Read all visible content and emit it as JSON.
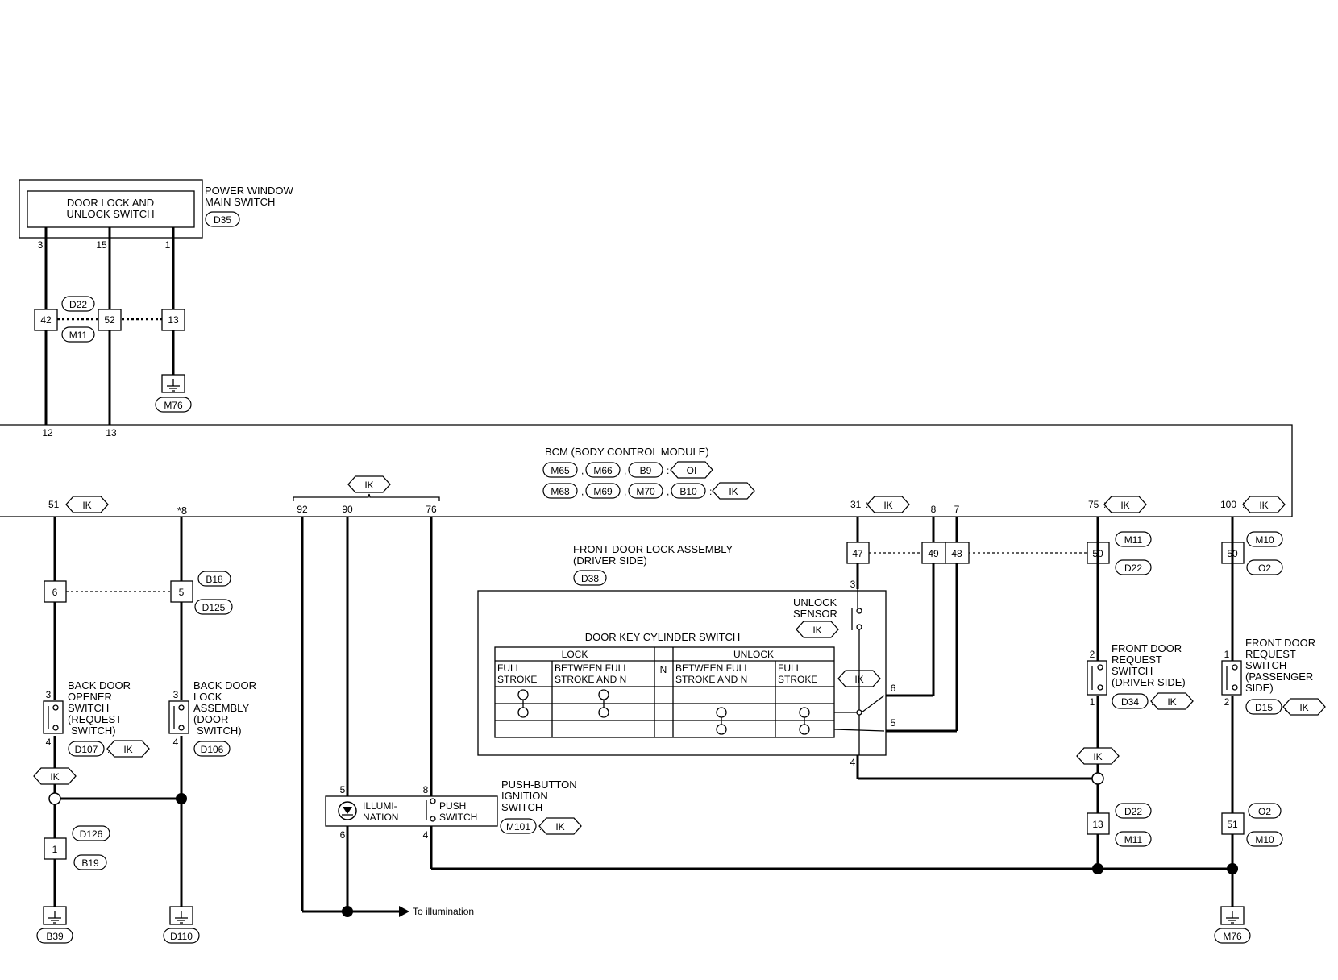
{
  "power_window": {
    "title_line1": "POWER WINDOW",
    "title_line2": "MAIN SWITCH",
    "inner_line1": "DOOR LOCK AND",
    "inner_line2": "UNLOCK SWITCH",
    "connector": "D35",
    "pins": [
      "3",
      "15",
      "1"
    ]
  },
  "top_junction": {
    "pins": [
      "42",
      "52",
      "13"
    ],
    "conn_a": "D22",
    "conn_b": "M11",
    "ground": "M76"
  },
  "bcm": {
    "title": "BCM (BODY CONTROL MODULE)",
    "conn_row1": [
      "M65",
      "M66",
      "B9"
    ],
    "conn_row1_tag": "OI",
    "conn_row2": [
      "M68",
      "M69",
      "M70",
      "B10"
    ],
    "conn_row2_tag": "IK",
    "top_pins": [
      "12",
      "13"
    ],
    "pin_51": "51",
    "pin_star8": "*8",
    "pins_group": [
      "92",
      "90",
      "76"
    ],
    "group_tag": "IK",
    "pin_31": "31",
    "pin_8": "8",
    "pin_7": "7",
    "pin_75": "75",
    "pin_100": "100",
    "tag": "IK"
  },
  "left_junction": {
    "pins": [
      "6",
      "5"
    ],
    "conn_a": "B18",
    "conn_b": "D125"
  },
  "back_door_opener": {
    "line1": "BACK DOOR",
    "line2": "OPENER",
    "line3": "SWITCH",
    "line4": "(REQUEST",
    "line5": "SWITCH)",
    "pin_top": "3",
    "pin_bottom": "4",
    "connector": "D107",
    "tag": "IK"
  },
  "back_door_lock": {
    "line1": "BACK DOOR",
    "line2": "LOCK",
    "line3": "ASSEMBLY",
    "line4": "(DOOR",
    "line5": "SWITCH)",
    "pin_top": "3",
    "pin_bottom": "4",
    "connector": "D106"
  },
  "left_bottom": {
    "tag": "IK",
    "pin": "1",
    "conn_a": "D126",
    "conn_b": "B19",
    "ground_a": "B39",
    "ground_b": "D110"
  },
  "ignition": {
    "label_line1": "PUSH-BUTTON",
    "label_line2": "IGNITION",
    "label_line3": "SWITCH",
    "illum_line1": "ILLUMI-",
    "illum_line2": "NATION",
    "push_line1": "PUSH",
    "push_line2": "SWITCH",
    "pin_5": "5",
    "pin_6": "6",
    "pin_8": "8",
    "pin_4": "4",
    "connector": "M101",
    "tag": "IK",
    "to_illumination": "To illumination"
  },
  "front_door_lock": {
    "title_line1": "FRONT DOOR LOCK ASSEMBLY",
    "title_line2": "(DRIVER SIDE)",
    "connector": "D38",
    "unlock_sensor_line1": "UNLOCK",
    "unlock_sensor_line2": "SENSOR",
    "sensor_tag": "IK",
    "pin_3": "3",
    "pin_4": "4",
    "pin_5": "5",
    "pin_6": "6",
    "tag": "IK",
    "table_title": "DOOR KEY CYLINDER SWITCH",
    "lock": "LOCK",
    "unlock": "UNLOCK",
    "n": "N",
    "col1_line1": "FULL",
    "col1_line2": "STROKE",
    "col2_line1": "BETWEEN FULL",
    "col2_line2": "STROKE AND N",
    "col4_line1": "BETWEEN FULL",
    "col4_line2": "STROKE AND N",
    "col5_line1": "FULL",
    "col5_line2": "STROKE"
  },
  "mid_junction": {
    "pins": [
      "47",
      "49",
      "48",
      "50",
      "50"
    ],
    "right_conn_a": "M11",
    "right_conn_b": "D22",
    "far_conn_a": "M10",
    "far_conn_b": "O2"
  },
  "front_request_driver": {
    "line1": "FRONT DOOR",
    "line2": "REQUEST",
    "line3": "SWITCH",
    "line4": "(DRIVER SIDE)",
    "pin_top": "2",
    "pin_bottom": "1",
    "connector": "D34",
    "tag": "IK",
    "tag2": "IK",
    "low_pin": "13",
    "low_conn_a": "D22",
    "low_conn_b": "M11"
  },
  "front_request_passenger": {
    "line1": "FRONT DOOR",
    "line2": "REQUEST",
    "line3": "SWITCH",
    "line4": "(PASSENGER",
    "line5": "SIDE)",
    "pin_top": "1",
    "pin_bottom": "2",
    "connector": "D15",
    "tag": "IK",
    "low_pin": "51",
    "low_conn_a": "O2",
    "low_conn_b": "M10",
    "ground": "M76"
  }
}
